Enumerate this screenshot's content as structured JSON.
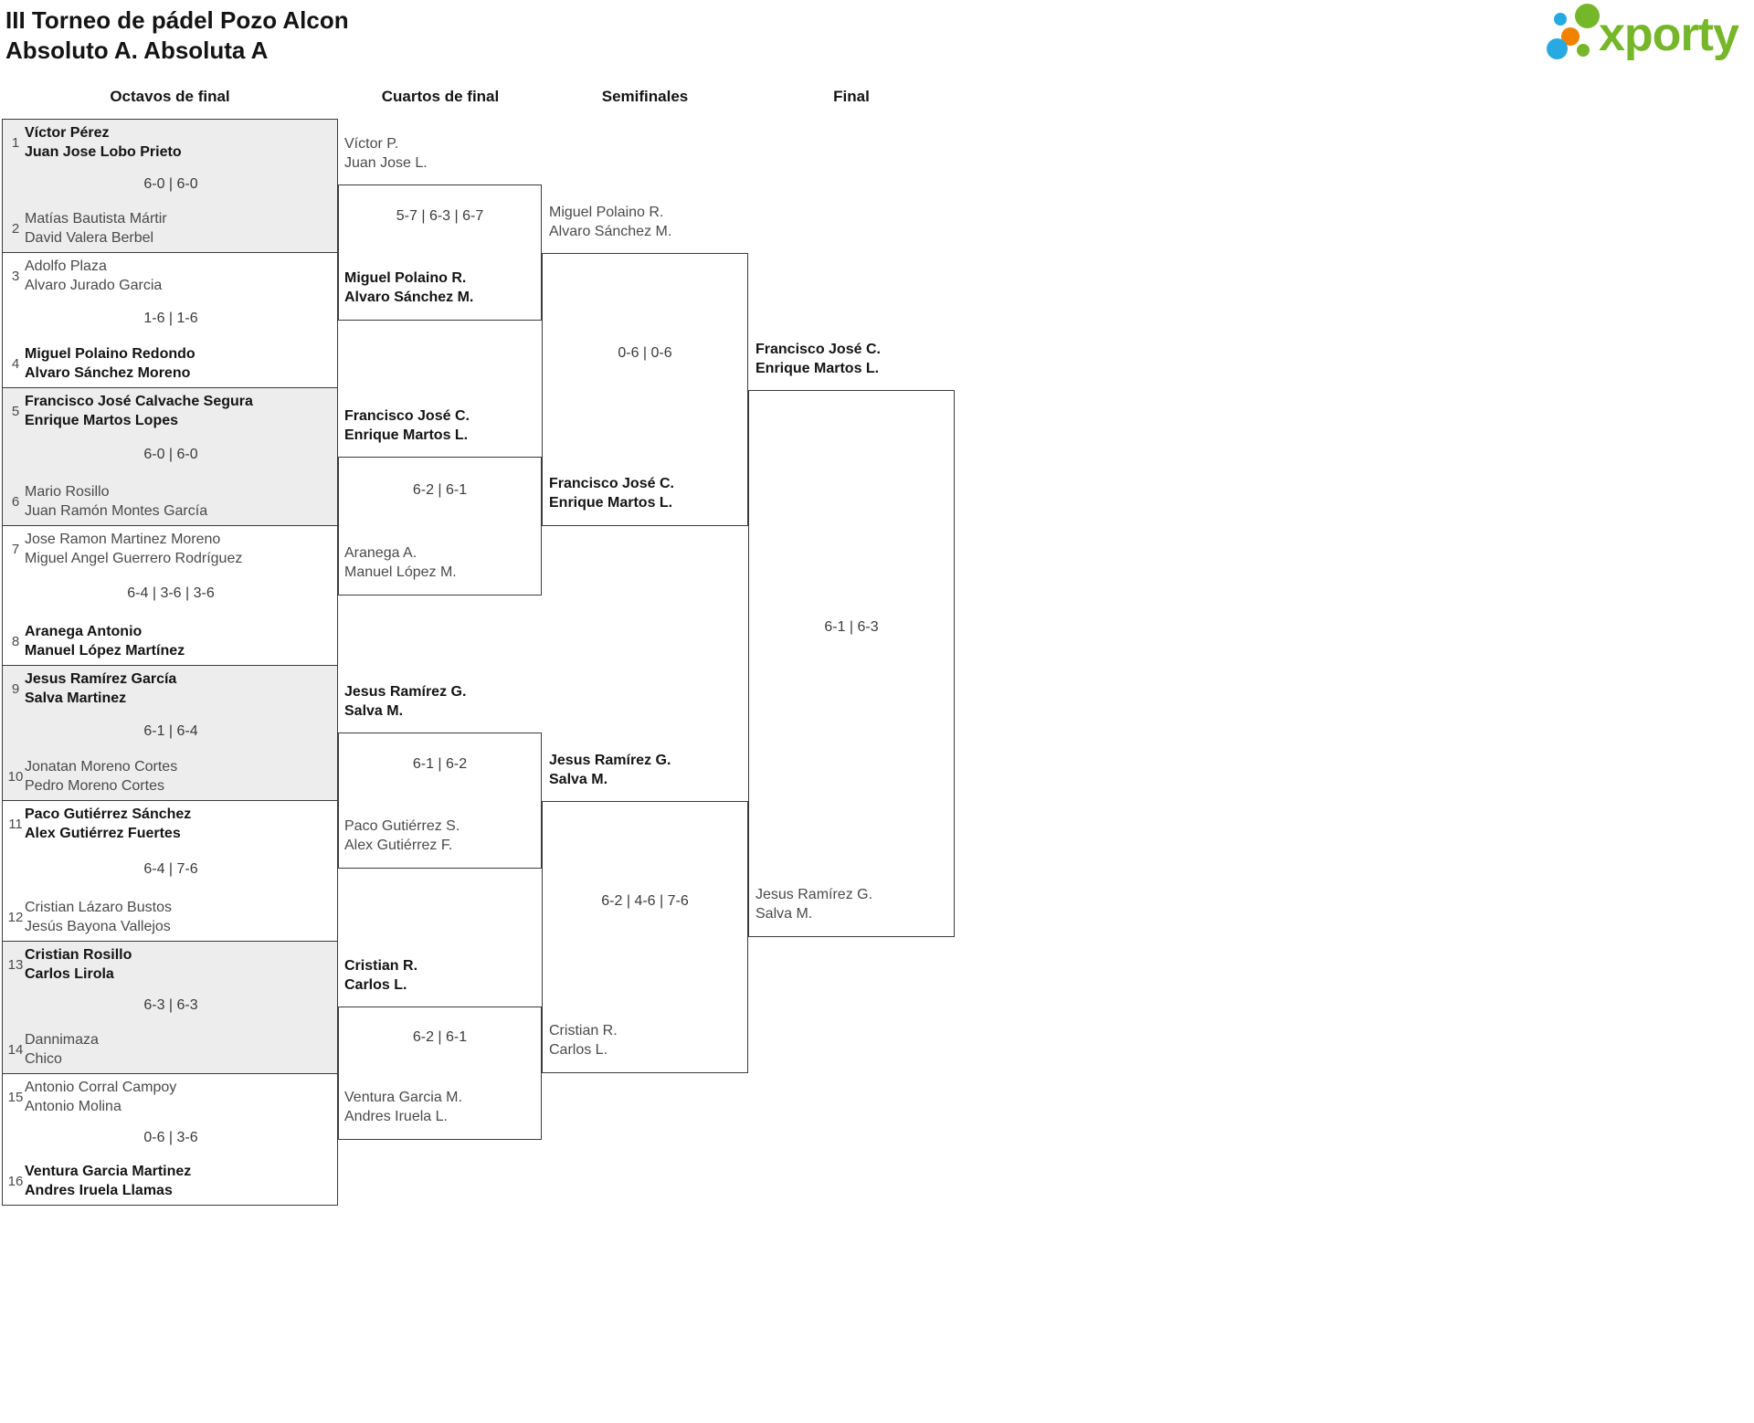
{
  "header": {
    "title_line1": "III Torneo de pádel Pozo Alcon",
    "title_line2": "Absoluto A. Absoluta A"
  },
  "logo": {
    "text": "xporty",
    "colors": {
      "green": "#76b629",
      "blue": "#29a9e1",
      "orange": "#f08200"
    }
  },
  "columns": [
    "Octavos de final",
    "Cuartos de final",
    "Semifinales",
    "Final"
  ],
  "bracket": {
    "round16": [
      {
        "top": {
          "seed": "1",
          "p1": "Víctor Pérez",
          "p2": "Juan Jose Lobo Prieto",
          "winner": true
        },
        "score": "6-0 | 6-0",
        "bottom": {
          "seed": "2",
          "p1": "Matías Bautista Mártir",
          "p2": "David Valera Berbel",
          "winner": false
        }
      },
      {
        "top": {
          "seed": "3",
          "p1": "Adolfo Plaza",
          "p2": "Alvaro Jurado Garcia",
          "winner": false
        },
        "score": "1-6 | 1-6",
        "bottom": {
          "seed": "4",
          "p1": "Miguel Polaino Redondo",
          "p2": "Alvaro Sánchez Moreno",
          "winner": true
        }
      },
      {
        "top": {
          "seed": "5",
          "p1": "Francisco José Calvache Segura",
          "p2": "Enrique Martos Lopes",
          "winner": true
        },
        "score": "6-0 | 6-0",
        "bottom": {
          "seed": "6",
          "p1": "Mario Rosillo",
          "p2": "Juan Ramón Montes García",
          "winner": false
        }
      },
      {
        "top": {
          "seed": "7",
          "p1": "Jose Ramon Martinez Moreno",
          "p2": "Miguel Angel Guerrero Rodríguez",
          "winner": false
        },
        "score": "6-4 | 3-6 | 3-6",
        "bottom": {
          "seed": "8",
          "p1": "Aranega Antonio",
          "p2": "Manuel López Martínez",
          "winner": true
        }
      },
      {
        "top": {
          "seed": "9",
          "p1": "Jesus Ramírez García",
          "p2": "Salva Martinez",
          "winner": true
        },
        "score": "6-1 | 6-4",
        "bottom": {
          "seed": "10",
          "p1": "Jonatan Moreno Cortes",
          "p2": "Pedro Moreno Cortes",
          "winner": false
        }
      },
      {
        "top": {
          "seed": "11",
          "p1": "Paco Gutiérrez Sánchez",
          "p2": "Alex Gutiérrez Fuertes",
          "winner": true
        },
        "score": "6-4 | 7-6",
        "bottom": {
          "seed": "12",
          "p1": "Cristian Lázaro Bustos",
          "p2": "Jesús Bayona Vallejos",
          "winner": false
        }
      },
      {
        "top": {
          "seed": "13",
          "p1": "Cristian Rosillo",
          "p2": "Carlos Lirola",
          "winner": true
        },
        "score": "6-3 | 6-3",
        "bottom": {
          "seed": "14",
          "p1": "Dannimaza",
          "p2": "Chico",
          "winner": false
        }
      },
      {
        "top": {
          "seed": "15",
          "p1": "Antonio Corral Campoy",
          "p2": "Antonio Molina",
          "winner": false
        },
        "score": "0-6 | 3-6",
        "bottom": {
          "seed": "16",
          "p1": "Ventura Garcia Martinez",
          "p2": "Andres Iruela Llamas",
          "winner": true
        }
      }
    ],
    "quarterfinals": [
      {
        "top": {
          "p1": "Víctor P.",
          "p2": "Juan Jose L.",
          "winner": false
        },
        "score": "5-7 | 6-3 | 6-7",
        "bottom": {
          "p1": "Miguel Polaino R.",
          "p2": "Alvaro Sánchez M.",
          "winner": true
        }
      },
      {
        "top": {
          "p1": "Francisco José C.",
          "p2": "Enrique Martos L.",
          "winner": true
        },
        "score": "6-2 | 6-1",
        "bottom": {
          "p1": "Aranega A.",
          "p2": "Manuel López M.",
          "winner": false
        }
      },
      {
        "top": {
          "p1": "Jesus Ramírez G.",
          "p2": "Salva M.",
          "winner": true
        },
        "score": "6-1 | 6-2",
        "bottom": {
          "p1": "Paco Gutiérrez S.",
          "p2": "Alex Gutiérrez F.",
          "winner": false
        }
      },
      {
        "top": {
          "p1": "Cristian R.",
          "p2": "Carlos L.",
          "winner": true
        },
        "score": "6-2 | 6-1",
        "bottom": {
          "p1": "Ventura Garcia M.",
          "p2": "Andres Iruela L.",
          "winner": false
        }
      }
    ],
    "semifinals": [
      {
        "top": {
          "p1": "Miguel Polaino R.",
          "p2": "Alvaro Sánchez M.",
          "winner": false
        },
        "score": "0-6 | 0-6",
        "bottom": {
          "p1": "Francisco José C.",
          "p2": "Enrique Martos L.",
          "winner": true
        }
      },
      {
        "top": {
          "p1": "Jesus Ramírez G.",
          "p2": "Salva M.",
          "winner": true
        },
        "score": "6-2 | 4-6 | 7-6",
        "bottom": {
          "p1": "Cristian R.",
          "p2": "Carlos L.",
          "winner": false
        }
      }
    ],
    "final": {
      "top": {
        "p1": "Francisco José C.",
        "p2": "Enrique Martos L.",
        "winner": true
      },
      "score": "6-1 | 6-3",
      "bottom": {
        "p1": "Jesus Ramírez G.",
        "p2": "Salva M.",
        "winner": false
      }
    }
  }
}
